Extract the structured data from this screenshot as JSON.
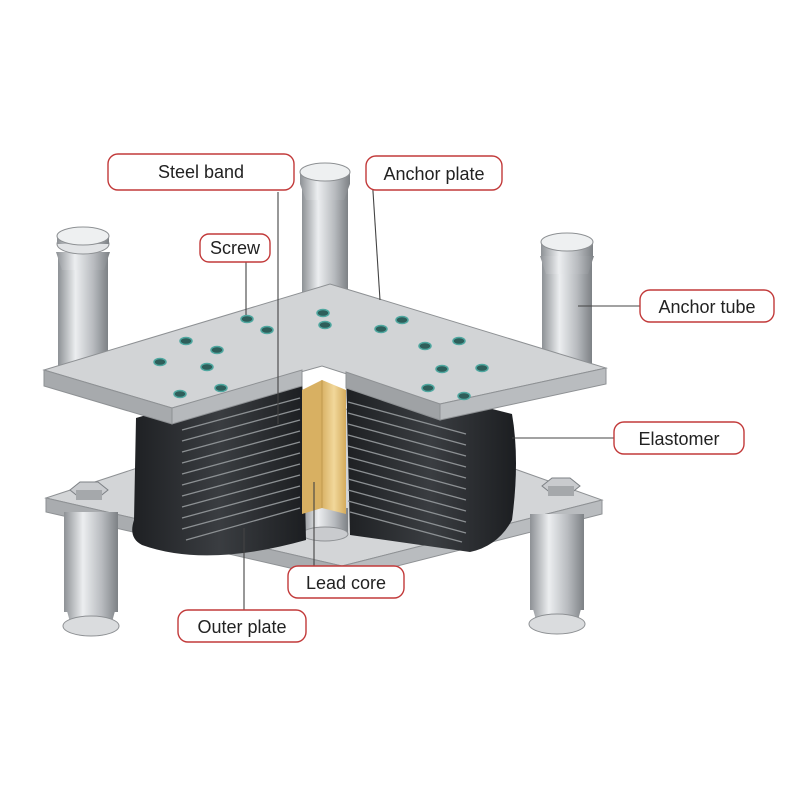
{
  "labels": {
    "steel_band": "Steel band",
    "anchor_plate": "Anchor plate",
    "screw": "Screw",
    "anchor_tube": "Anchor tube",
    "elastomer": "Elastomer",
    "lead_core": "Lead core",
    "outer_plate": "Outer plate"
  },
  "colors": {
    "label_border": "#c23a3a",
    "plate_top": "#d2d4d6",
    "plate_side": "#a7aaad",
    "elastomer": "#2b2d30",
    "lead_core": "#e7c77f",
    "screw_ring": "#4fa7a0"
  }
}
